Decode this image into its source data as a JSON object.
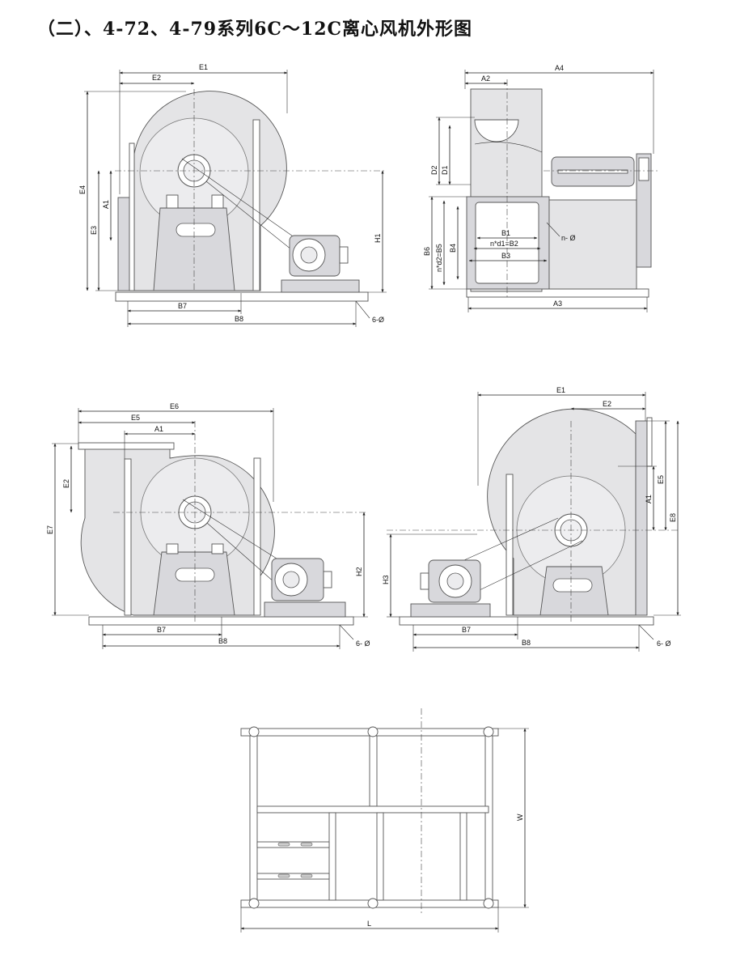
{
  "title": "（二）、4-72、4-79系列6C～12C离心风机外形图",
  "views": {
    "front_right": {
      "labels": {
        "E1": "E1",
        "E2": "E2",
        "E4": "E4",
        "A1": "A1",
        "E3": "E3",
        "H1": "H1",
        "B7": "B7",
        "B8": "B8",
        "bolt": "6-Ø"
      }
    },
    "side": {
      "labels": {
        "A4": "A4",
        "A2": "A2",
        "D2": "D2",
        "D1": "D1",
        "B6": "B6",
        "n_d2_B5": "n*d2=B5",
        "B4": "B4",
        "B1": "B1",
        "n_d1_B2": "n*d1=B2",
        "B3": "B3",
        "A3": "A3",
        "nphi": "n- Ø"
      }
    },
    "front_top": {
      "labels": {
        "E6": "E6",
        "E5": "E5",
        "A1": "A1",
        "E2": "E2",
        "E7": "E7",
        "H2": "H2",
        "B7": "B7",
        "B8": "B8",
        "bolt": "6- Ø"
      }
    },
    "front_left": {
      "labels": {
        "E1": "E1",
        "E2": "E2",
        "E5": "E5",
        "A1": "A1",
        "E8": "E8",
        "H3": "H3",
        "B7": "B7",
        "B8": "B8",
        "bolt": "6- Ø"
      }
    },
    "base_frame": {
      "labels": {
        "W": "W",
        "L": "L"
      }
    }
  }
}
